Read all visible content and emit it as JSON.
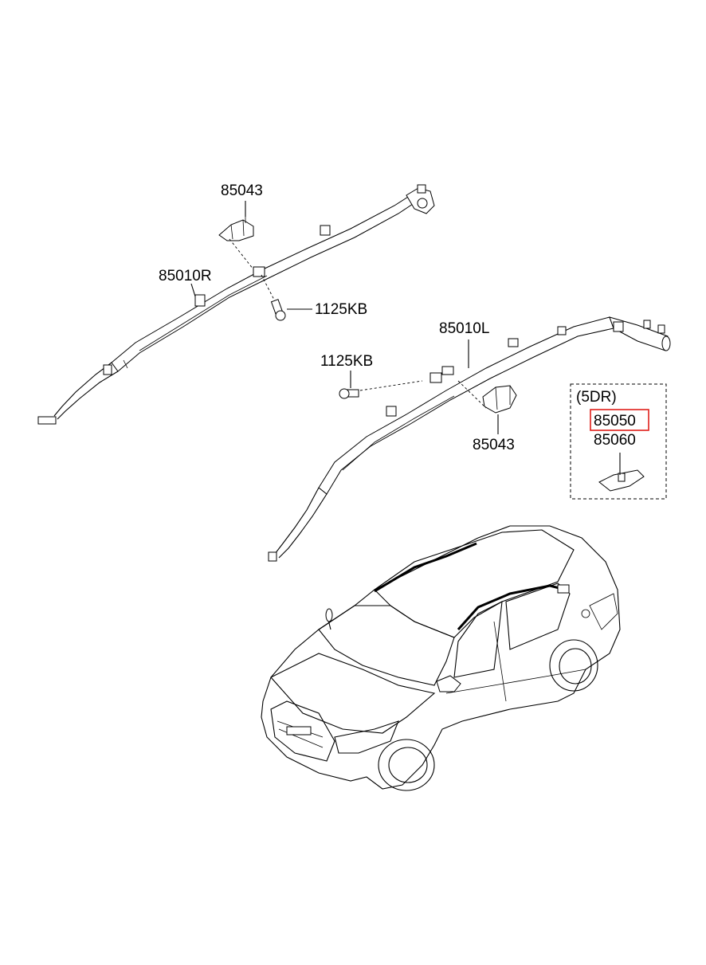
{
  "labels": {
    "bracket_right": "85043",
    "curtain_right": "85010R",
    "bolt_right": "1125KB",
    "curtain_left": "85010L",
    "bolt_left": "1125KB",
    "bracket_left": "85043",
    "variant": "(5DR)",
    "part_highlighted": "85050",
    "part_5dr": "85060"
  },
  "colors": {
    "highlight": "#e0201b",
    "line": "#000000",
    "background": "#ffffff"
  }
}
